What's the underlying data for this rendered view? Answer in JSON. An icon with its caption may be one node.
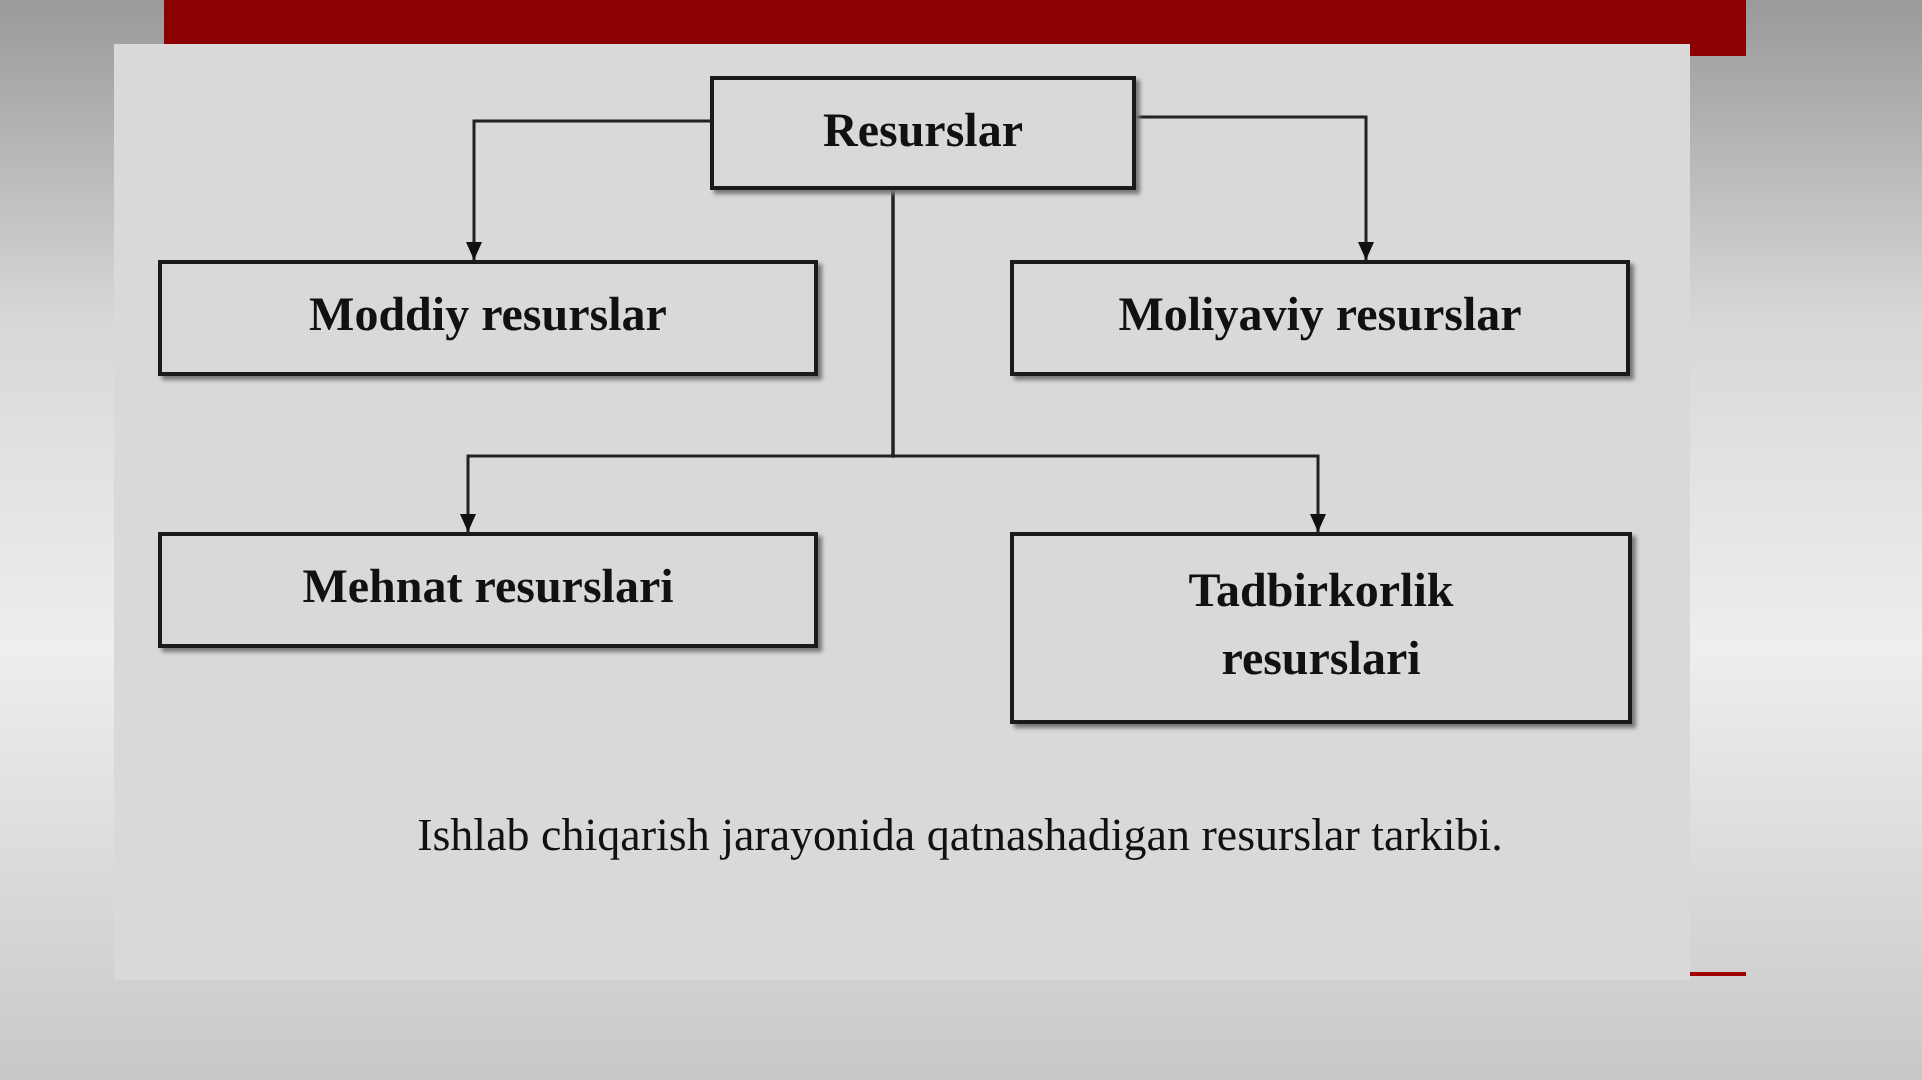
{
  "diagram": {
    "caption": "Ishlab chiqarish jarayonida qatnashadigan resurslar tarkibi.",
    "nodes": [
      {
        "text": [
          "Resurslar"
        ]
      },
      {
        "text": [
          "Moddiy resurslar"
        ]
      },
      {
        "text": [
          "Moliyaviy resurslar"
        ]
      },
      {
        "text": [
          "Mehnat resurslari"
        ]
      },
      {
        "text": [
          "Tadbirkorlik resurslari"
        ]
      }
    ],
    "edges": [
      {
        "from": 0,
        "to": 1,
        "arrow": "to"
      },
      {
        "from": 0,
        "to": 2,
        "arrow": "to"
      },
      {
        "from": 0,
        "to": 3,
        "arrow": "to"
      },
      {
        "from": 0,
        "to": 4,
        "arrow": "to"
      }
    ]
  }
}
